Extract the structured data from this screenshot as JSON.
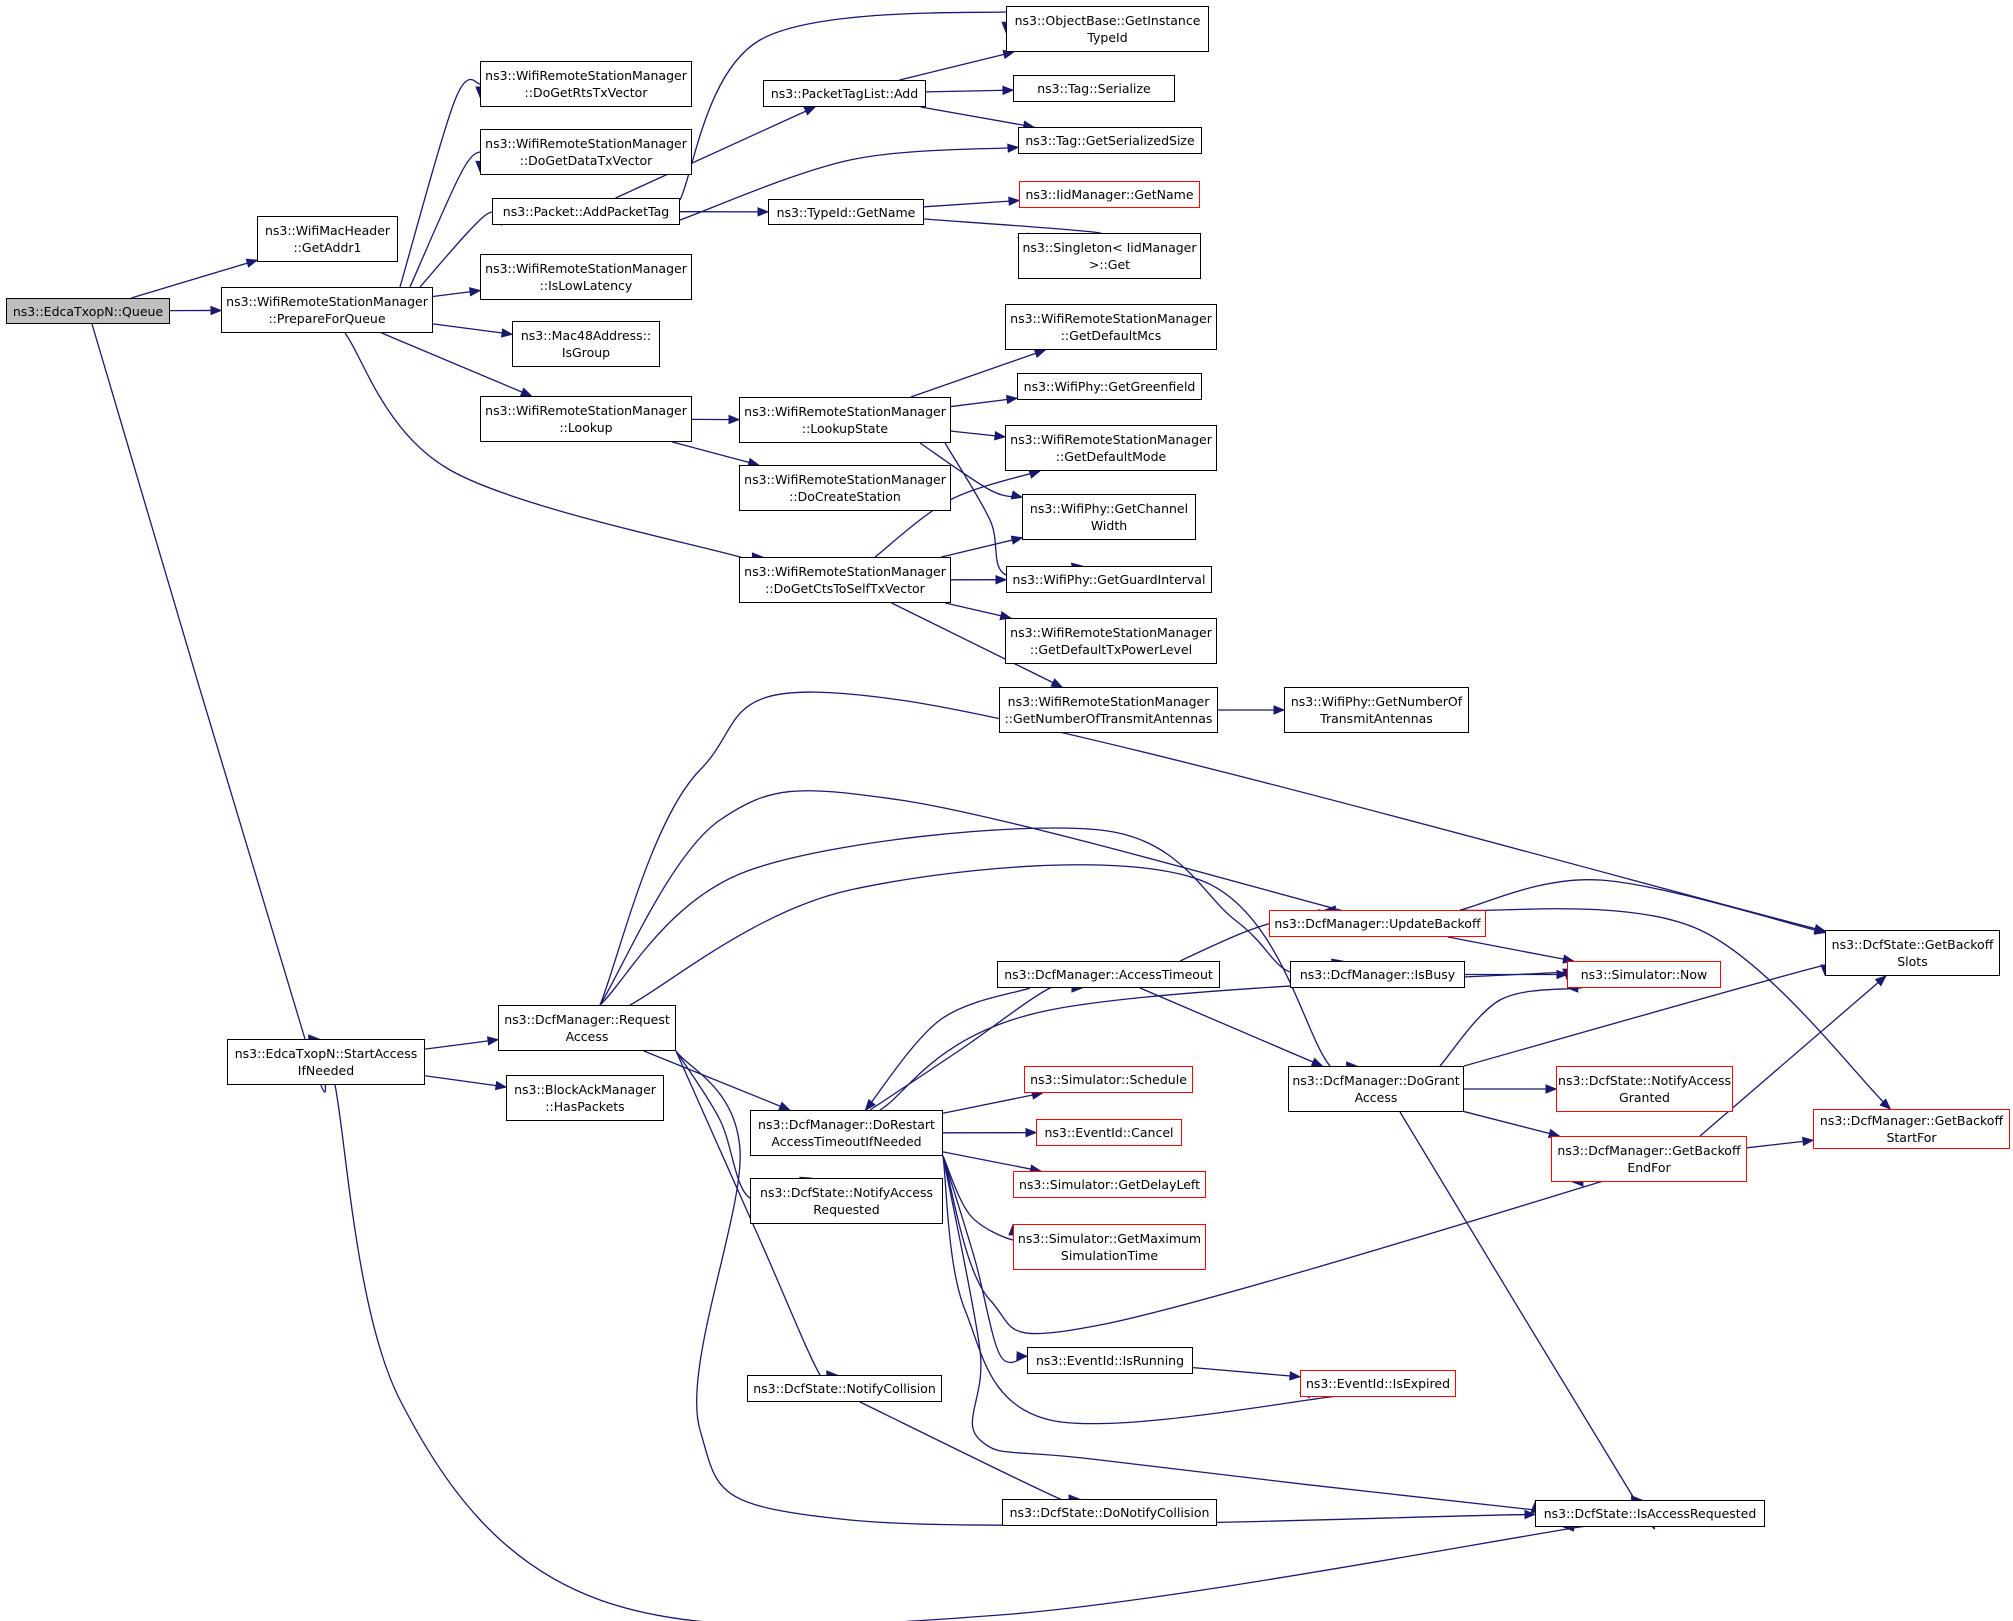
{
  "graph": {
    "colors": {
      "edge": "#191970",
      "node_border": "#000000",
      "node_border_external": "#ff0000",
      "root_fill": "#bfbfbf",
      "background": "#ffffff"
    },
    "nodes": [
      {
        "id": "n0",
        "label": "ns3::EdcaTxopN::Queue",
        "style": "root"
      },
      {
        "id": "n1",
        "label": "ns3::WifiMacHeader\n::GetAddr1",
        "style": "normal"
      },
      {
        "id": "n2",
        "label": "ns3::WifiRemoteStationManager\n::PrepareForQueue",
        "style": "normal"
      },
      {
        "id": "n3",
        "label": "ns3::EdcaTxopN::StartAccess\nIfNeeded",
        "style": "normal"
      },
      {
        "id": "n4",
        "label": "ns3::WifiRemoteStationManager\n::DoGetRtsTxVector",
        "style": "normal"
      },
      {
        "id": "n5",
        "label": "ns3::WifiRemoteStationManager\n::DoGetDataTxVector",
        "style": "normal"
      },
      {
        "id": "n6",
        "label": "ns3::Packet::AddPacketTag",
        "style": "normal"
      },
      {
        "id": "n7",
        "label": "ns3::WifiRemoteStationManager\n::IsLowLatency",
        "style": "normal"
      },
      {
        "id": "n8",
        "label": "ns3::Mac48Address::\nIsGroup",
        "style": "normal"
      },
      {
        "id": "n9",
        "label": "ns3::WifiRemoteStationManager\n::Lookup",
        "style": "normal"
      },
      {
        "id": "n10",
        "label": "ns3::WifiRemoteStationManager\n::DoGetCtsToSelfTxVector",
        "style": "normal"
      },
      {
        "id": "n11",
        "label": "ns3::PacketTagList::Add",
        "style": "normal"
      },
      {
        "id": "n12",
        "label": "ns3::TypeId::GetName",
        "style": "normal"
      },
      {
        "id": "n13",
        "label": "ns3::WifiRemoteStationManager\n::LookupState",
        "style": "normal"
      },
      {
        "id": "n14",
        "label": "ns3::WifiRemoteStationManager\n::DoCreateStation",
        "style": "normal"
      },
      {
        "id": "n15",
        "label": "ns3::ObjectBase::GetInstance\nTypeId",
        "style": "normal"
      },
      {
        "id": "n16",
        "label": "ns3::Tag::Serialize",
        "style": "normal"
      },
      {
        "id": "n17",
        "label": "ns3::Tag::GetSerializedSize",
        "style": "normal"
      },
      {
        "id": "n18",
        "label": "ns3::IidManager::GetName",
        "style": "external"
      },
      {
        "id": "n19",
        "label": "ns3::Singleton< IidManager\n>::Get",
        "style": "normal"
      },
      {
        "id": "n20",
        "label": "ns3::WifiRemoteStationManager\n::GetDefaultMcs",
        "style": "normal"
      },
      {
        "id": "n21",
        "label": "ns3::WifiPhy::GetGreenfield",
        "style": "normal"
      },
      {
        "id": "n22",
        "label": "ns3::WifiRemoteStationManager\n::GetDefaultMode",
        "style": "normal"
      },
      {
        "id": "n23",
        "label": "ns3::WifiPhy::GetChannel\nWidth",
        "style": "normal"
      },
      {
        "id": "n24",
        "label": "ns3::WifiPhy::GetGuardInterval",
        "style": "normal"
      },
      {
        "id": "n25",
        "label": "ns3::WifiRemoteStationManager\n::GetDefaultTxPowerLevel",
        "style": "normal"
      },
      {
        "id": "n26",
        "label": "ns3::WifiRemoteStationManager\n::GetNumberOfTransmitAntennas",
        "style": "normal"
      },
      {
        "id": "n27",
        "label": "ns3::WifiPhy::GetNumberOf\nTransmitAntennas",
        "style": "normal"
      },
      {
        "id": "n28",
        "label": "ns3::DcfManager::Request\nAccess",
        "style": "normal"
      },
      {
        "id": "n29",
        "label": "ns3::BlockAckManager\n::HasPackets",
        "style": "normal"
      },
      {
        "id": "n30",
        "label": "ns3::DcfManager::DoRestart\nAccessTimeoutIfNeeded",
        "style": "normal"
      },
      {
        "id": "n31",
        "label": "ns3::DcfState::NotifyAccess\nRequested",
        "style": "normal"
      },
      {
        "id": "n32",
        "label": "ns3::DcfState::NotifyCollision",
        "style": "normal"
      },
      {
        "id": "n33",
        "label": "ns3::DcfManager::AccessTimeout",
        "style": "normal"
      },
      {
        "id": "n34",
        "label": "ns3::Simulator::Schedule",
        "style": "external"
      },
      {
        "id": "n35",
        "label": "ns3::EventId::Cancel",
        "style": "external"
      },
      {
        "id": "n36",
        "label": "ns3::Simulator::GetDelayLeft",
        "style": "external"
      },
      {
        "id": "n37",
        "label": "ns3::Simulator::GetMaximum\nSimulationTime",
        "style": "external"
      },
      {
        "id": "n38",
        "label": "ns3::EventId::IsRunning",
        "style": "normal"
      },
      {
        "id": "n39",
        "label": "ns3::DcfState::DoNotifyCollision",
        "style": "normal"
      },
      {
        "id": "n40",
        "label": "ns3::DcfManager::UpdateBackoff",
        "style": "external"
      },
      {
        "id": "n41",
        "label": "ns3::DcfManager::IsBusy",
        "style": "normal"
      },
      {
        "id": "n42",
        "label": "ns3::DcfManager::DoGrant\nAccess",
        "style": "normal"
      },
      {
        "id": "n43",
        "label": "ns3::EventId::IsExpired",
        "style": "external"
      },
      {
        "id": "n44",
        "label": "ns3::DcfState::IsAccessRequested",
        "style": "normal"
      },
      {
        "id": "n45",
        "label": "ns3::Simulator::Now",
        "style": "external"
      },
      {
        "id": "n46",
        "label": "ns3::DcfState::NotifyAccess\nGranted",
        "style": "external"
      },
      {
        "id": "n47",
        "label": "ns3::DcfManager::GetBackoff\nEndFor",
        "style": "external"
      },
      {
        "id": "n48",
        "label": "ns3::DcfState::GetBackoff\nSlots",
        "style": "normal"
      },
      {
        "id": "n49",
        "label": "ns3::DcfManager::GetBackoff\nStartFor",
        "style": "external"
      }
    ],
    "edges": [
      [
        "n0",
        "n1"
      ],
      [
        "n0",
        "n2"
      ],
      [
        "n0",
        "n3"
      ],
      [
        "n2",
        "n4"
      ],
      [
        "n2",
        "n5"
      ],
      [
        "n2",
        "n6"
      ],
      [
        "n2",
        "n7"
      ],
      [
        "n2",
        "n8"
      ],
      [
        "n2",
        "n9"
      ],
      [
        "n2",
        "n10"
      ],
      [
        "n6",
        "n11"
      ],
      [
        "n6",
        "n12"
      ],
      [
        "n6",
        "n15"
      ],
      [
        "n6",
        "n17"
      ],
      [
        "n11",
        "n15"
      ],
      [
        "n11",
        "n16"
      ],
      [
        "n11",
        "n17"
      ],
      [
        "n12",
        "n18"
      ],
      [
        "n12",
        "n19"
      ],
      [
        "n9",
        "n13"
      ],
      [
        "n9",
        "n14"
      ],
      [
        "n13",
        "n20"
      ],
      [
        "n13",
        "n21"
      ],
      [
        "n13",
        "n22"
      ],
      [
        "n13",
        "n23"
      ],
      [
        "n13",
        "n24"
      ],
      [
        "n10",
        "n22"
      ],
      [
        "n10",
        "n23"
      ],
      [
        "n10",
        "n24"
      ],
      [
        "n10",
        "n25"
      ],
      [
        "n10",
        "n26"
      ],
      [
        "n26",
        "n27"
      ],
      [
        "n3",
        "n28"
      ],
      [
        "n3",
        "n29"
      ],
      [
        "n3",
        "n44"
      ],
      [
        "n28",
        "n48"
      ],
      [
        "n28",
        "n40"
      ],
      [
        "n28",
        "n41"
      ],
      [
        "n28",
        "n42"
      ],
      [
        "n28",
        "n30"
      ],
      [
        "n28",
        "n31"
      ],
      [
        "n28",
        "n32"
      ],
      [
        "n28",
        "n44"
      ],
      [
        "n30",
        "n33"
      ],
      [
        "n30",
        "n34"
      ],
      [
        "n30",
        "n35"
      ],
      [
        "n30",
        "n36"
      ],
      [
        "n30",
        "n37"
      ],
      [
        "n30",
        "n38"
      ],
      [
        "n30",
        "n43"
      ],
      [
        "n30",
        "n44"
      ],
      [
        "n30",
        "n45"
      ],
      [
        "n30",
        "n47"
      ],
      [
        "n33",
        "n30"
      ],
      [
        "n33",
        "n40"
      ],
      [
        "n33",
        "n42"
      ],
      [
        "n32",
        "n39"
      ],
      [
        "n38",
        "n43"
      ],
      [
        "n40",
        "n45"
      ],
      [
        "n40",
        "n48"
      ],
      [
        "n40",
        "n49"
      ],
      [
        "n41",
        "n45"
      ],
      [
        "n42",
        "n45"
      ],
      [
        "n42",
        "n46"
      ],
      [
        "n42",
        "n47"
      ],
      [
        "n42",
        "n48"
      ],
      [
        "n42",
        "n44"
      ],
      [
        "n47",
        "n48"
      ],
      [
        "n47",
        "n49"
      ]
    ]
  }
}
